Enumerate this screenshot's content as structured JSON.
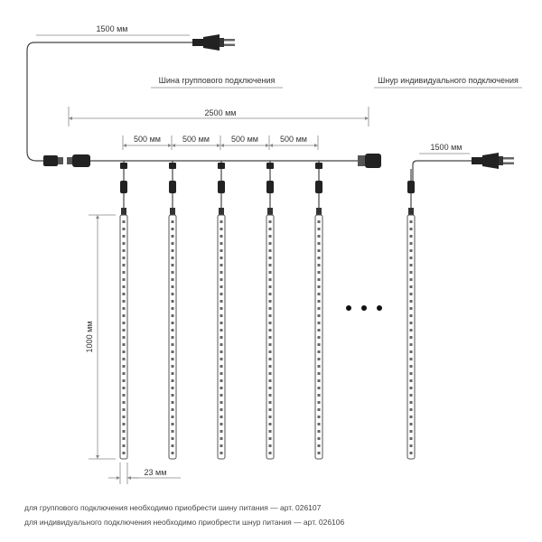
{
  "labels": {
    "cable_group_length": "1500 мм",
    "bus_title": "Шина группового подключения",
    "cord_title": "Шнур индивидуального подключения",
    "total_length": "2500 мм",
    "spacing": [
      "500 мм",
      "500 мм",
      "500 мм",
      "500 мм"
    ],
    "cable_single_length": "1500 мм",
    "tube_length": "1000 мм",
    "tube_width": "23 мм"
  },
  "notes": {
    "line1": "для группового подключения необходимо приобрести шину питания — арт. 026107",
    "line2": "для индивидуального подключения необходимо приобрести шнур питания — арт. 026106"
  },
  "colors": {
    "line": "#444444",
    "dim": "#888888",
    "plug": "#222222"
  },
  "icons": [
    "plug-icon",
    "connector-icon",
    "ellipsis-icon"
  ]
}
